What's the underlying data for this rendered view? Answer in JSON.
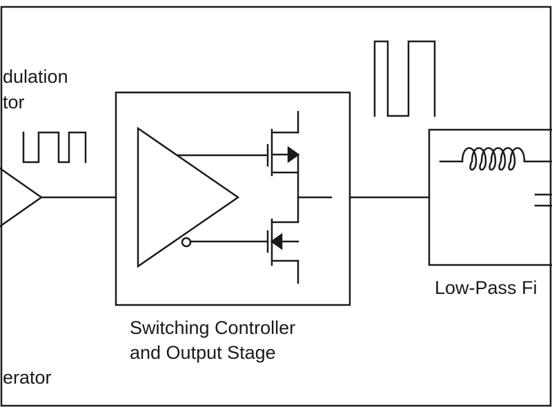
{
  "labels": {
    "modulator_line1": "dulation",
    "modulator_line2": "tor",
    "generator": "erator",
    "switching_line1": "Switching Controller",
    "switching_line2": "and Output Stage",
    "filter": "Low-Pass Fi"
  },
  "colors": {
    "stroke": "#1a1a1a",
    "background": "#ffffff"
  }
}
